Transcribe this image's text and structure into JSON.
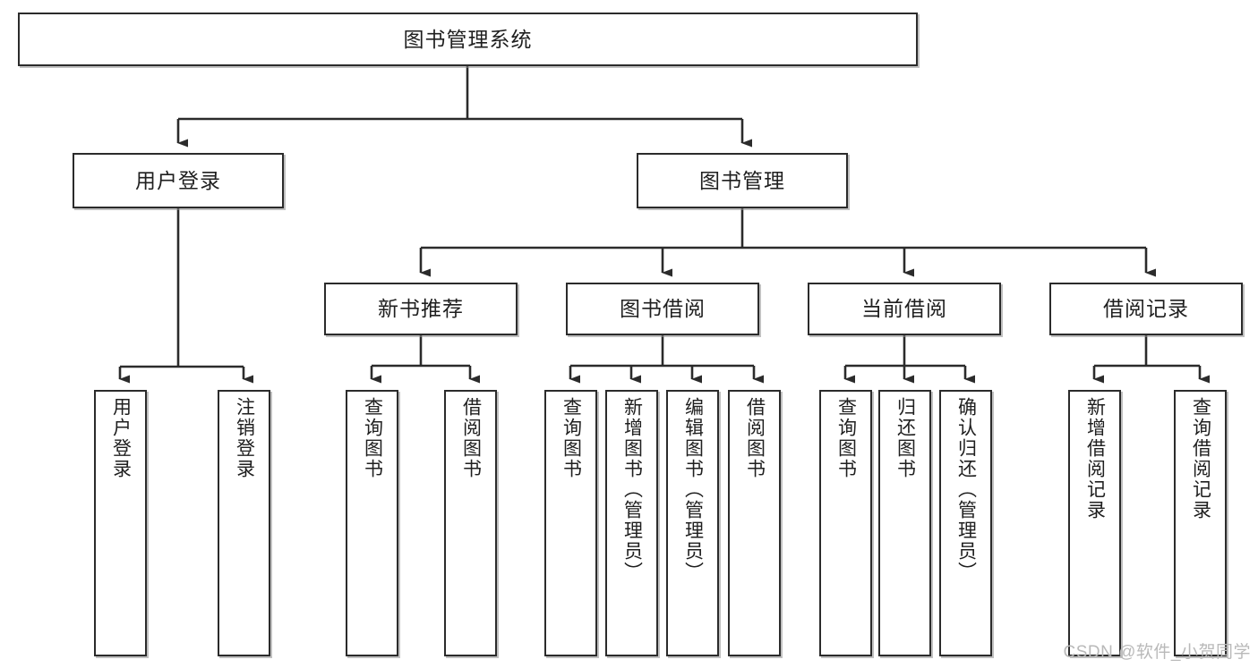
{
  "diagram": {
    "title": "图书管理系统",
    "type": "hierarchy-tree",
    "colors": {
      "box_border": "#2b2b2b",
      "box_fill": "#ffffff",
      "connector": "#2b2b2b",
      "watermark": "#b9b9b9"
    },
    "root": {
      "label": "图书管理系统"
    },
    "level2": [
      {
        "label": "用户登录"
      },
      {
        "label": "图书管理"
      }
    ],
    "level3": [
      {
        "label": "新书推荐"
      },
      {
        "label": "图书借阅"
      },
      {
        "label": "当前借阅"
      },
      {
        "label": "借阅记录"
      }
    ],
    "leaves": {
      "user_login": [
        {
          "label": "用户登录"
        },
        {
          "label": "注销登录"
        }
      ],
      "new_book": [
        {
          "label": "查询图书"
        },
        {
          "label": "借阅图书"
        }
      ],
      "book_borrow": [
        {
          "label": "查询图书"
        },
        {
          "label": "新增图书（管理员）"
        },
        {
          "label": "编辑图书（管理员）"
        },
        {
          "label": "借阅图书"
        }
      ],
      "current_borrow": [
        {
          "label": "查询图书"
        },
        {
          "label": "归还图书"
        },
        {
          "label": "确认归还（管理员）"
        }
      ],
      "borrow_record": [
        {
          "label": "新增借阅记录"
        },
        {
          "label": "查询借阅记录"
        }
      ]
    }
  },
  "watermark": {
    "text": "CSDN @软件_小贺同学"
  }
}
